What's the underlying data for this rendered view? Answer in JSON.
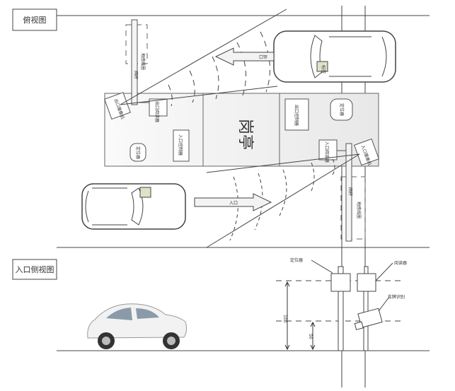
{
  "sections": {
    "top_view": "俯视图",
    "side_view": "入口侧视图"
  },
  "booth": {
    "label": "岗亭"
  },
  "top": {
    "exit_controller": "出口控制器",
    "entry_controller": "入口控制器",
    "locator_left": "定位器",
    "locator_right": "定位器",
    "exit_reader": "出口阅读器",
    "entry_reader": "入口阅读器",
    "exit_camera": "出口摄像机",
    "entry_camera": "入口摄像机",
    "gate_bar_top": "闸杆",
    "gate_bar_bottom": "闸杆",
    "loop_top": "地感线圈",
    "loop_bottom": "地感线圈",
    "exit_arrow": "出口",
    "entry_arrow": "入口",
    "tag": "标签"
  },
  "side": {
    "locator": "定位器",
    "reader": "阅读器",
    "plate_recognition": "车牌识别",
    "height_100": "100",
    "height_50": "50"
  }
}
